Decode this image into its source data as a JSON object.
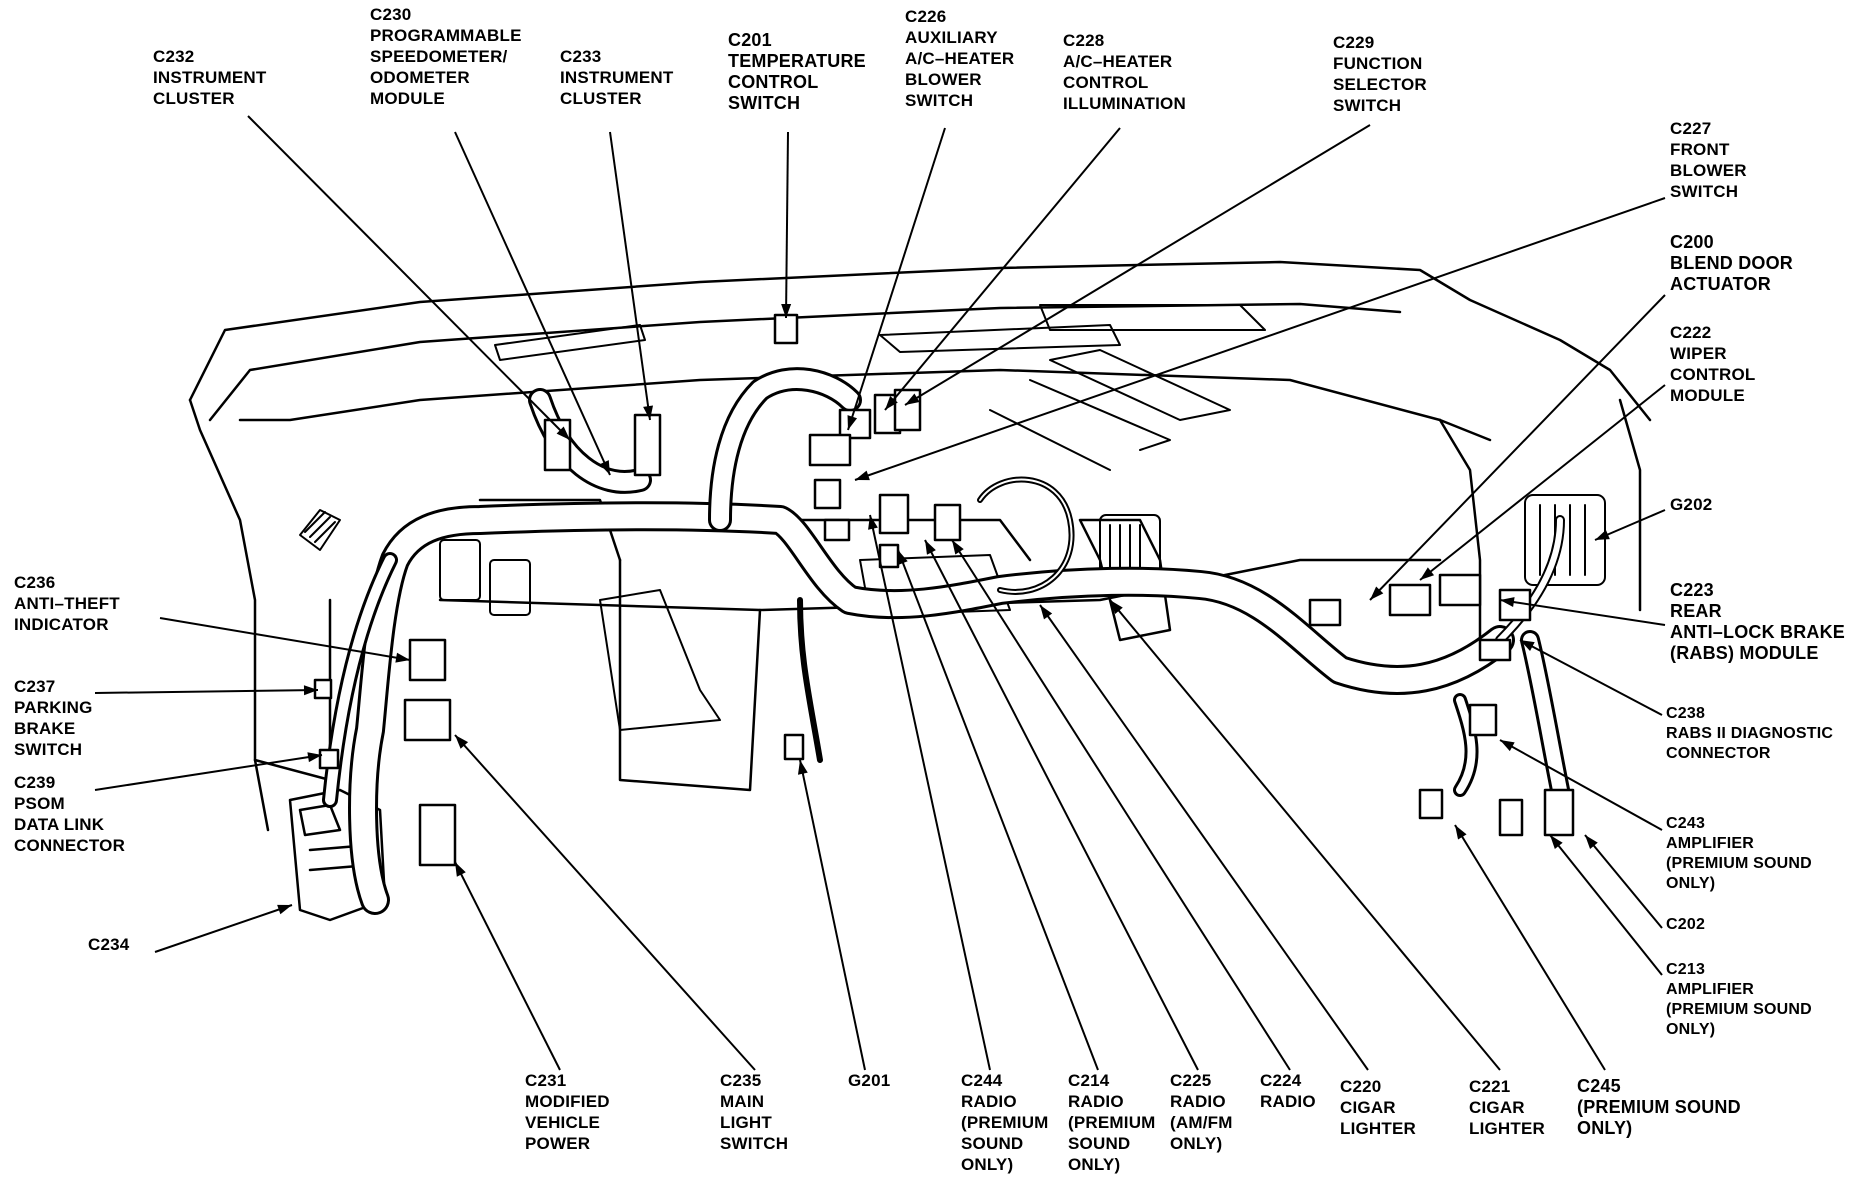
{
  "colors": {
    "ink": "#000000",
    "paper": "#ffffff",
    "harness": "#ffffff"
  },
  "labels": {
    "c232": [
      "C232",
      "INSTRUMENT",
      "CLUSTER"
    ],
    "c230": [
      "C230",
      "PROGRAMMABLE",
      "SPEEDOMETER/",
      "ODOMETER",
      "MODULE"
    ],
    "c233": [
      "C233",
      "INSTRUMENT",
      "CLUSTER"
    ],
    "c201": [
      "C201",
      "TEMPERATURE",
      "CONTROL",
      "SWITCH"
    ],
    "c226": [
      "C226",
      "AUXILIARY",
      "A/C–HEATER",
      "BLOWER",
      "SWITCH"
    ],
    "c228": [
      "C228",
      "A/C–HEATER",
      "CONTROL",
      "ILLUMINATION"
    ],
    "c229": [
      "C229",
      "FUNCTION",
      "SELECTOR",
      "SWITCH"
    ],
    "c227": [
      "C227",
      "FRONT",
      "BLOWER",
      "SWITCH"
    ],
    "c200": [
      "C200",
      "BLEND DOOR",
      "ACTUATOR"
    ],
    "c222": [
      "C222",
      "WIPER",
      "CONTROL",
      "MODULE"
    ],
    "g202_top": [
      "G202"
    ],
    "c223": [
      "C223",
      "REAR",
      "ANTI–LOCK BRAKE",
      "(RABS) MODULE"
    ],
    "c238": [
      "C238",
      "RABS II DIAGNOSTIC",
      "CONNECTOR"
    ],
    "c243": [
      "C243",
      "AMPLIFIER",
      "(PREMIUM SOUND",
      "ONLY)"
    ],
    "c202": [
      "C202"
    ],
    "c213": [
      "C213",
      "AMPLIFIER",
      "(PREMIUM SOUND",
      "ONLY)"
    ],
    "c245": [
      "C245",
      "(PREMIUM SOUND",
      " ONLY)"
    ],
    "c221": [
      "C221",
      "CIGAR",
      "LIGHTER"
    ],
    "c220": [
      "C220",
      "CIGAR",
      "LIGHTER"
    ],
    "c224": [
      "C224",
      "RADIO"
    ],
    "c225": [
      "C225",
      "RADIO",
      "(AM/FM",
      "ONLY)"
    ],
    "c214": [
      "C214",
      "RADIO",
      "(PREMIUM",
      "SOUND",
      "ONLY)"
    ],
    "c244": [
      "C244",
      "RADIO",
      "(PREMIUM",
      "SOUND",
      "ONLY)"
    ],
    "g201": [
      "G201"
    ],
    "c235": [
      "C235",
      "MAIN",
      "LIGHT",
      "SWITCH"
    ],
    "c231": [
      "C231",
      "MODIFIED",
      "VEHICLE",
      "POWER"
    ],
    "c234": [
      "C234"
    ],
    "c239": [
      "C239",
      "PSOM",
      "DATA LINK",
      "CONNECTOR"
    ],
    "c237": [
      "C237",
      "PARKING",
      "BRAKE",
      "SWITCH"
    ],
    "c236": [
      "C236",
      "ANTI–THEFT",
      "INDICATOR"
    ]
  }
}
